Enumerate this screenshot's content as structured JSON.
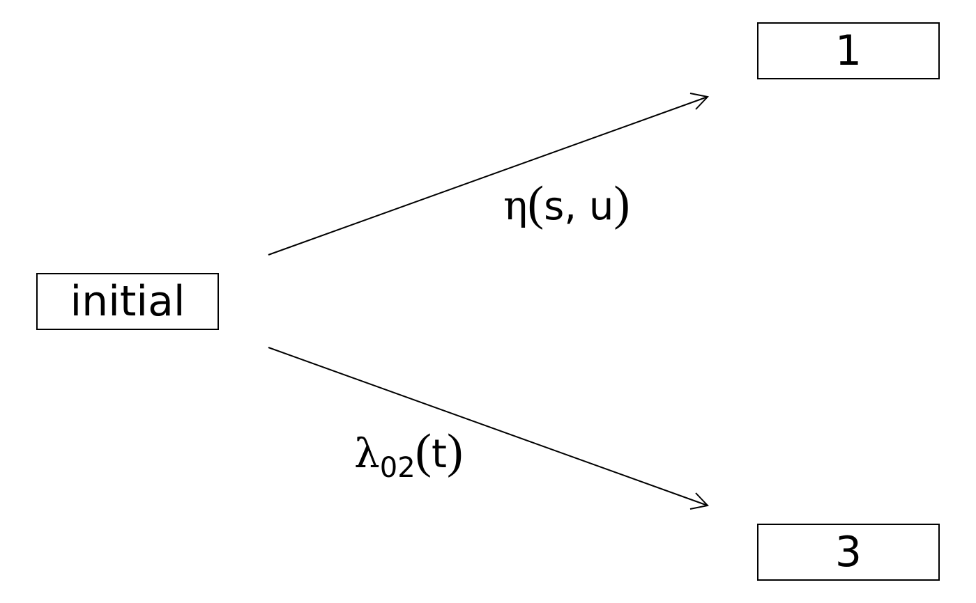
{
  "states": {
    "initial": "initial",
    "state_1": "1",
    "state_3": "3"
  },
  "transitions": {
    "upper": {
      "symbol": "η",
      "open": "(",
      "args": "s, u",
      "close": ")"
    },
    "lower": {
      "symbol": "λ",
      "subscript": "02",
      "open": "(",
      "args": "t",
      "close": ")"
    }
  },
  "colors": {
    "stroke": "#000000",
    "background": "#ffffff"
  }
}
